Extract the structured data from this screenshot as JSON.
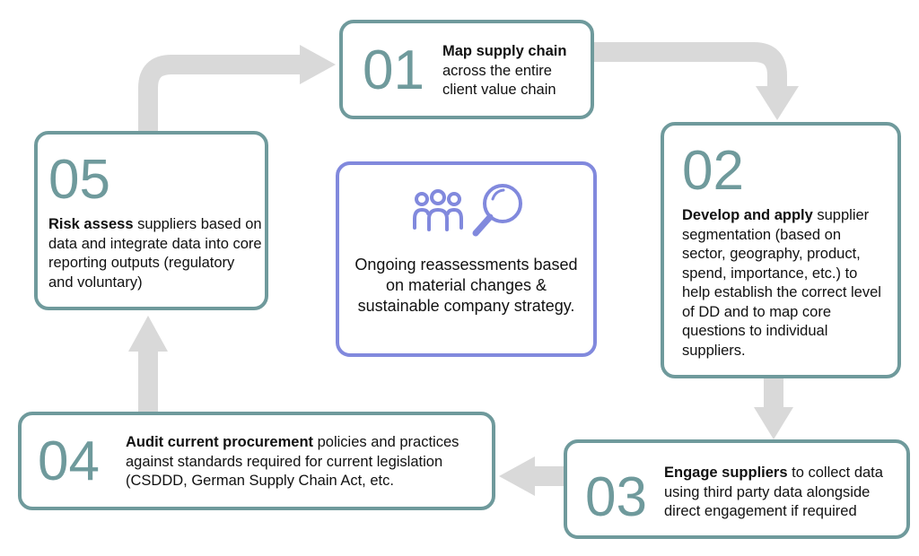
{
  "colors": {
    "box_border": "#6f9a9c",
    "center_border": "#8189dd",
    "icon": "#8189dd",
    "arrow": "#d9d9d9",
    "text": "#111111"
  },
  "steps": [
    {
      "number": "01",
      "bold": "Map supply chain",
      "text": " across the entire client value chain"
    },
    {
      "number": "02",
      "bold": "Develop and apply",
      "text": " supplier segmentation (based on sector, geography, product, spend, importance, etc.) to help establish the correct level of DD and to map core questions to individual suppliers."
    },
    {
      "number": "03",
      "bold": "Engage suppliers",
      "text": " to collect data using third party data alongside direct engagement if required"
    },
    {
      "number": "04",
      "bold": "Audit current procurement",
      "text": " policies and practices against standards required for current legislation (CSDDD, German Supply Chain Act, etc."
    },
    {
      "number": "05",
      "bold": "Risk assess",
      "text": " suppliers based on data and integrate data into core reporting outputs (regulatory and voluntary)"
    }
  ],
  "center": {
    "text": "Ongoing reassessments based on material changes & sustainable company strategy.",
    "icons": [
      "people-group-icon",
      "magnifying-glass-icon"
    ]
  }
}
